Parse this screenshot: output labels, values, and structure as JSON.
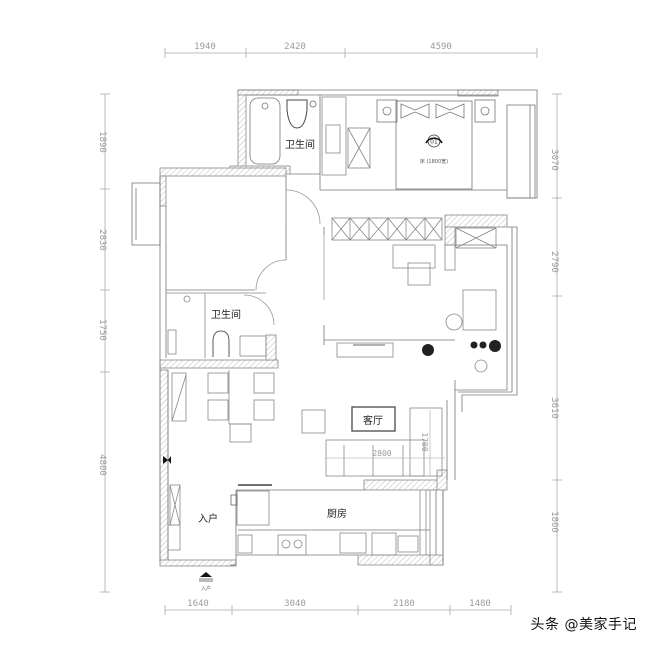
{
  "plan": {
    "rooms": {
      "bathroom_top": "卫生间",
      "bathroom_mid": "卫生间",
      "living_room": "客厅",
      "kitchen": "厨房",
      "entrance": "入户",
      "bed_label": "床 (1800宽)",
      "bed_marker": "01",
      "entrance_marker": "入户",
      "sofa_width": "2800",
      "sofa_depth": "1700"
    },
    "dimensions": {
      "top": [
        "1940",
        "2420",
        "4590"
      ],
      "bottom": [
        "1640",
        "3040",
        "2180",
        "1480"
      ],
      "left": [
        "1890",
        "2830",
        "1750",
        "4800"
      ],
      "right": [
        "3070",
        "2790",
        "3610",
        "1800"
      ]
    }
  },
  "watermark": "头条 @美家手记"
}
